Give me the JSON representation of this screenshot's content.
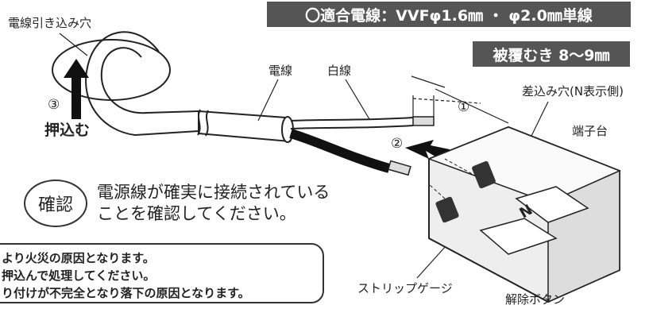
{
  "banners": {
    "wire_spec": "〇適合電線：VVFφ1.6㎜ ・ φ2.0㎜単線",
    "strip_length": "被覆むき 8〜9㎜"
  },
  "labels": {
    "entry_hole": "電線引き込み穴",
    "wire": "電線",
    "white_wire": "白線",
    "insert_hole": "差込み穴(N表示側)",
    "terminal_block": "端子台",
    "strip_gauge": "ストリップゲージ",
    "release_button": "解除ボタン",
    "push_in": "押込む",
    "n_mark": "N"
  },
  "steps": [
    "①",
    "②",
    "③"
  ],
  "confirm": {
    "badge": "確認",
    "line1": "電源線が確実に接続されている",
    "line2": "ことを確認してください。"
  },
  "warning": {
    "lines": [
      "より火災の原因となります。",
      "押込んで処理してください。",
      "り付けが不完全となり落下の原因となります。"
    ]
  }
}
